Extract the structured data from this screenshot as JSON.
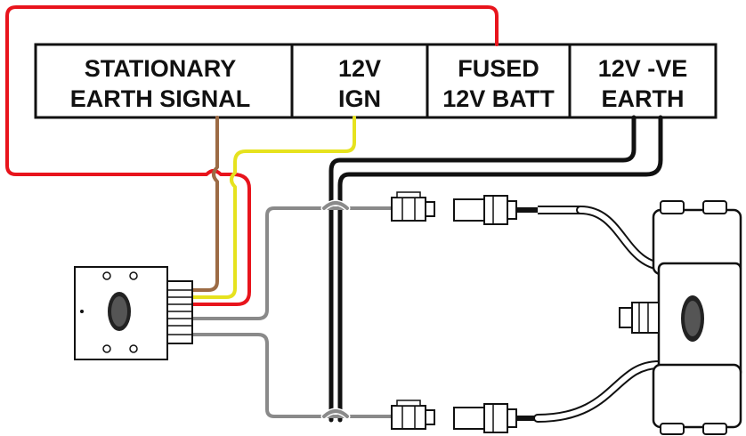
{
  "terminals": [
    {
      "id": "stationary",
      "line1": "STATIONARY",
      "line2": "EARTH SIGNAL"
    },
    {
      "id": "ign",
      "line1": "12V",
      "line2": "IGN"
    },
    {
      "id": "batt",
      "line1": "FUSED",
      "line2": "12V BATT"
    },
    {
      "id": "earth",
      "line1": "12V -VE",
      "line2": "EARTH"
    }
  ],
  "colors": {
    "battery_wire": "#e8141c",
    "ignition_wire": "#e6e21e",
    "stationary_wire": "#9c6b45",
    "earth_wire": "#111111",
    "signal_wire": "#8a8a8a",
    "terminal_border": "#111111"
  },
  "icons": {
    "control_module": "control-module-icon",
    "connector": "connector-icon",
    "pump_unit": "pump-unit-icon"
  }
}
